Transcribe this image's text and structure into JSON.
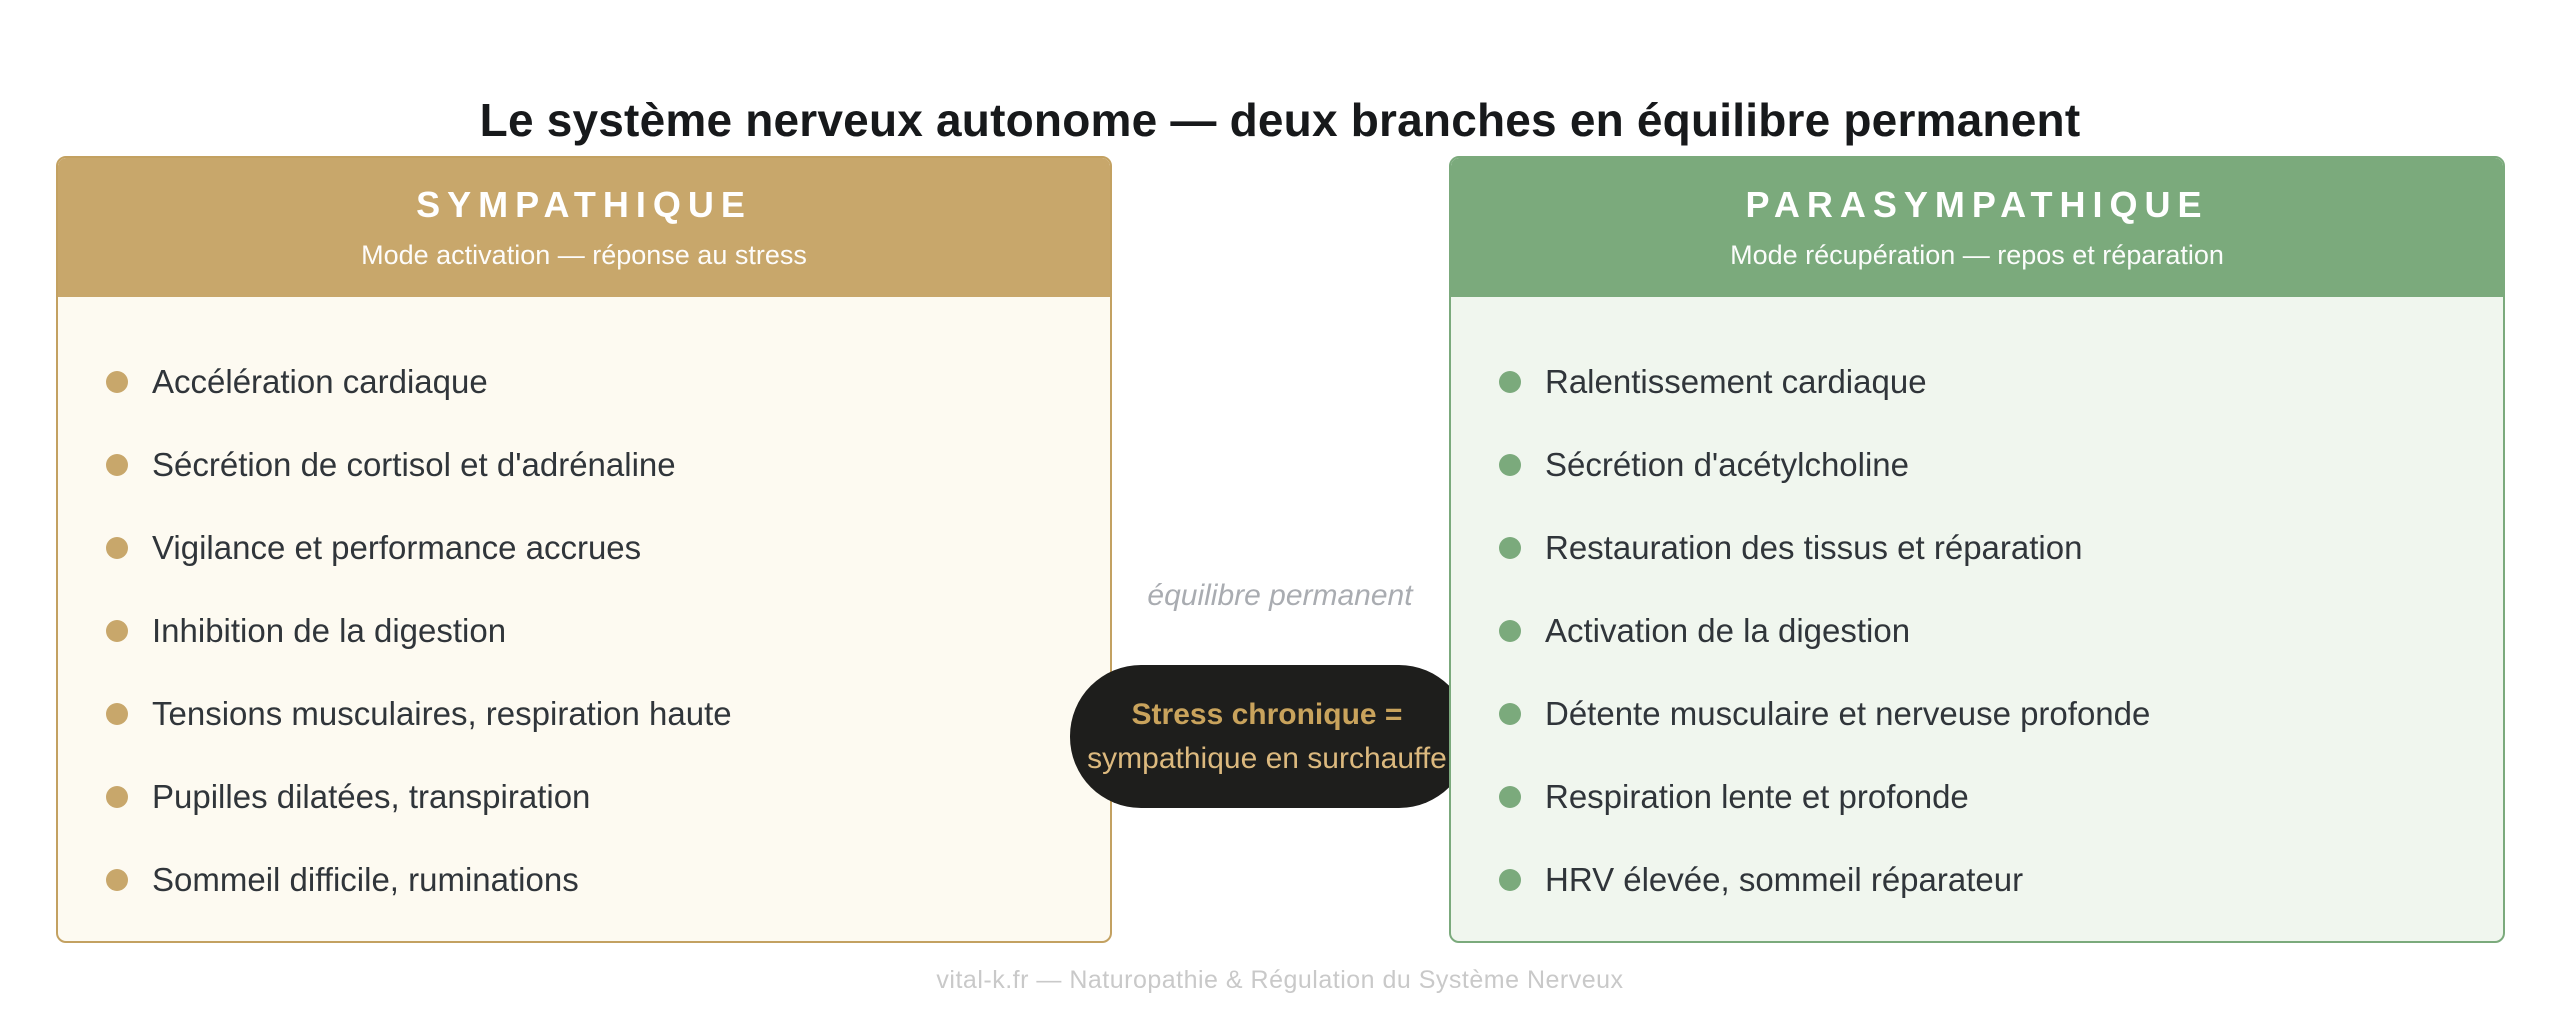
{
  "title": "Le système nerveux autonome — deux branches en équilibre permanent",
  "panels": {
    "sympathique": {
      "title": "SYMPATHIQUE",
      "subtitle": "Mode activation — réponse au stress",
      "items": [
        "Accélération cardiaque",
        "Sécrétion de cortisol et d'adrénaline",
        "Vigilance et performance accrues",
        "Inhibition de la digestion",
        "Tensions musculaires, respiration haute",
        "Pupilles dilatées, transpiration",
        "Sommeil difficile, ruminations"
      ]
    },
    "parasympathique": {
      "title": "PARASYMPATHIQUE",
      "subtitle": "Mode récupération — repos et réparation",
      "items": [
        "Ralentissement cardiaque",
        "Sécrétion d'acétylcholine",
        "Restauration des tissus et réparation",
        "Activation de la digestion",
        "Détente musculaire et nerveuse profonde",
        "Respiration lente et profonde",
        "HRV élevée, sommeil réparateur"
      ]
    }
  },
  "center": {
    "balance_label": "équilibre permanent",
    "stress_badge": {
      "line1": "Stress chronique =",
      "line2": "sympathique en surchauffe"
    }
  },
  "footer": "vital-k.fr — Naturopathie & Régulation du Système Nerveux",
  "colors": {
    "title-color": "#17191B",
    "sym-header": "#C8A76B",
    "sym-border": "#C3A161",
    "sym-bg": "#FDFAF1",
    "sym-bullet": "#C8A76B",
    "para-header": "#7BAA7C",
    "para-border": "#7BAA7C",
    "para-bg": "#F0F6EE",
    "para-bullet": "#7BAA7C",
    "header-text": "#FFFFFF",
    "item-color": "#30353A",
    "balance-label": "#A9ACB1",
    "badge-bg": "#1E1E1C",
    "badge-line1": "#C9A35C",
    "badge-line2": "#DCB97E",
    "footer-color": "#C9C9C9"
  }
}
